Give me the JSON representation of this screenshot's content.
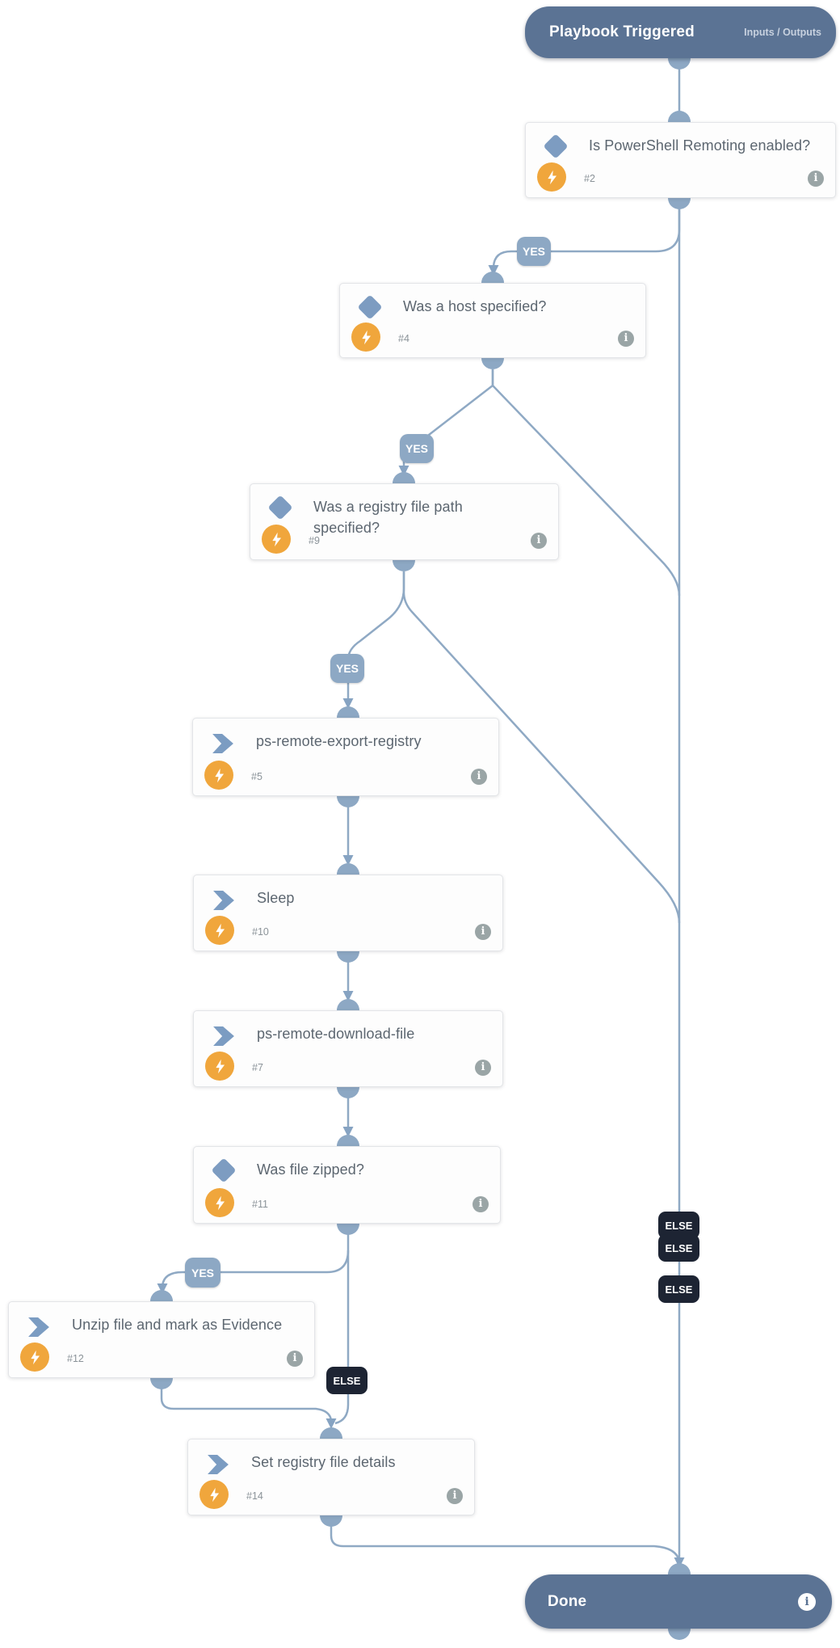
{
  "labels": {
    "yes": "YES",
    "else": "ELSE",
    "info_glyph": "i"
  },
  "start_node": {
    "title": "Playbook Triggered",
    "link_label": "Inputs / Outputs"
  },
  "end_node": {
    "title": "Done"
  },
  "nodes": {
    "n2": {
      "type": "decision",
      "title": "Is PowerShell Remoting enabled?",
      "id": "#2"
    },
    "n4": {
      "type": "decision",
      "title": "Was a host specified?",
      "id": "#4"
    },
    "n9": {
      "type": "decision",
      "title": "Was a registry file path specified?",
      "id": "#9"
    },
    "n5": {
      "type": "action",
      "title": "ps-remote-export-registry",
      "id": "#5"
    },
    "n10": {
      "type": "action",
      "title": "Sleep",
      "id": "#10"
    },
    "n7": {
      "type": "action",
      "title": "ps-remote-download-file",
      "id": "#7"
    },
    "n11": {
      "type": "decision",
      "title": "Was file zipped?",
      "id": "#11"
    },
    "n12": {
      "type": "action",
      "title": "Unzip file and mark as Evidence",
      "id": "#12"
    },
    "n14": {
      "type": "action",
      "title": "Set registry file details",
      "id": "#14"
    }
  },
  "icons": {
    "decision": "diamond-icon",
    "action": "chevron-icon",
    "automation": "lightning-icon",
    "details": "info-icon"
  },
  "colors": {
    "node_header": "#5b7394",
    "accent_blue": "#8da8c4",
    "edge": "#8fa9c4",
    "else_badge": "#1d2433",
    "lightning": "#f0a63c"
  }
}
